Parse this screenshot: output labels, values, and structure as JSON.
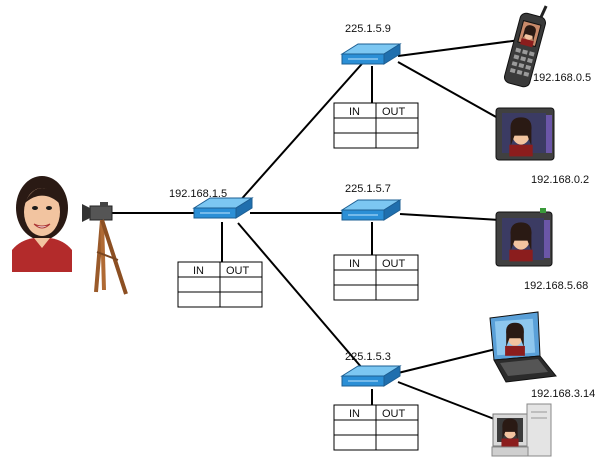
{
  "routers": {
    "center": {
      "address": "192.168.1.5"
    },
    "top": {
      "address": "225.1.5.9"
    },
    "middle": {
      "address": "225.1.5.7"
    },
    "bottom": {
      "address": "225.1.5.3"
    }
  },
  "routing_table": {
    "in_label": "IN",
    "out_label": "OUT"
  },
  "devices": {
    "phone": {
      "address": "192.168.0.5",
      "icon": "mobile-phone-icon"
    },
    "tv_top": {
      "address": "192.168.0.2",
      "icon": "tv-monitor-icon"
    },
    "tv_middle": {
      "address": "192.168.5.68",
      "icon": "tv-monitor-icon"
    },
    "laptop": {
      "address": "192.168.3.14",
      "icon": "laptop-icon"
    },
    "desktop": {
      "icon": "desktop-computer-icon"
    }
  },
  "source": {
    "icon": "presenter-person-icon",
    "camera_icon": "video-camera-tripod-icon"
  },
  "colors": {
    "router": "#2b8fd6",
    "router_top": "#7cc7f2",
    "line": "#000000"
  }
}
